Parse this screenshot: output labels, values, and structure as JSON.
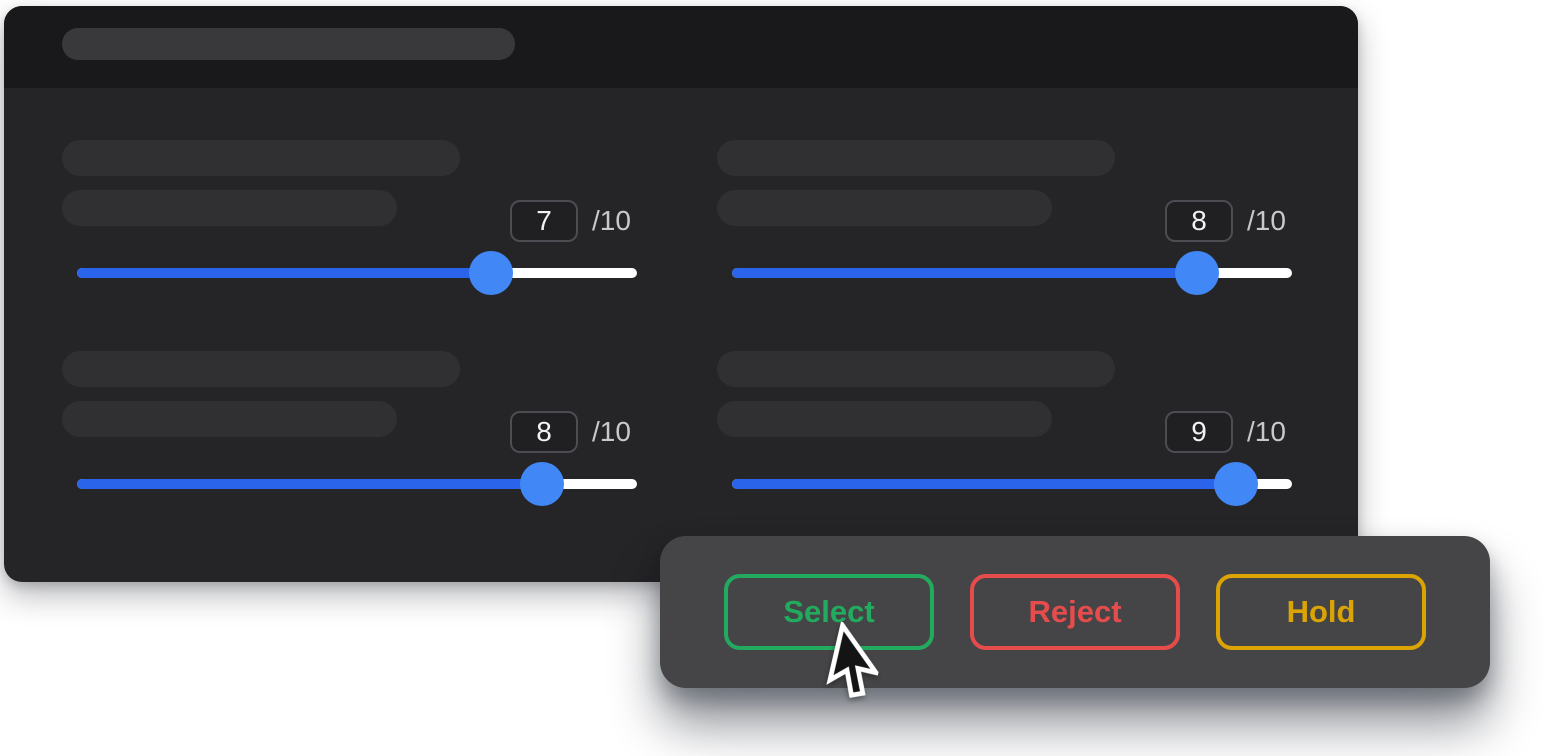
{
  "panel": {
    "ratings": [
      {
        "position": "top-left",
        "score": "7",
        "max_label": "/10",
        "percent": 74
      },
      {
        "position": "top-right",
        "score": "8",
        "max_label": "/10",
        "percent": 83
      },
      {
        "position": "bottom-left",
        "score": "8",
        "max_label": "/10",
        "percent": 83
      },
      {
        "position": "bottom-right",
        "score": "9",
        "max_label": "/10",
        "percent": 90
      }
    ]
  },
  "toolbar": {
    "buttons": [
      {
        "label": "Select",
        "color": "#22ab5e"
      },
      {
        "label": "Reject",
        "color": "#e74c4c"
      },
      {
        "label": "Hold",
        "color": "#dba404"
      }
    ]
  },
  "colors": {
    "page_background": "#ffffff",
    "card_body": "#252527",
    "card_header": "#19191b",
    "skeleton_pill": "#303033",
    "slider_fill": "#2a64ea",
    "slider_thumb": "#4187f5",
    "slider_track": "#ffffff",
    "score_text": "#f2f2f2",
    "score_max_text": "#c9c9cb",
    "toolbar_background": "#454547"
  }
}
